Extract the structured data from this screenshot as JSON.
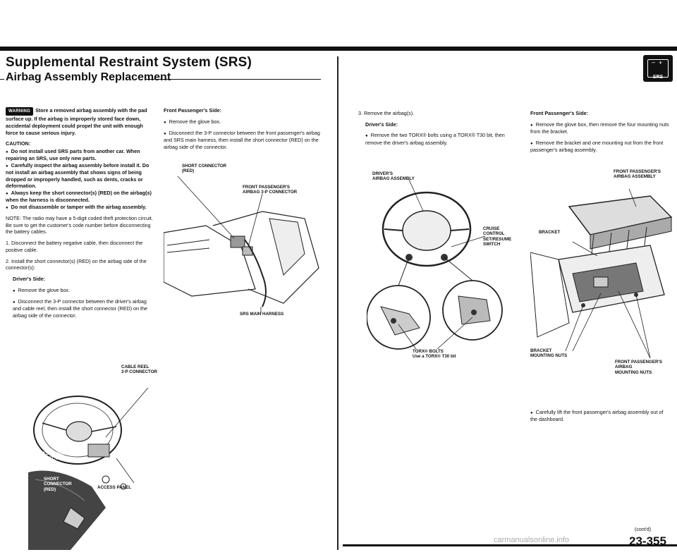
{
  "header": {
    "title": "Supplemental Restraint System (SRS)",
    "subtitle": "Airbag Assembly Replacement",
    "logo_text": "SRS"
  },
  "col1": {
    "warning_badge": "WARNING",
    "warning_text": "Store a removed airbag assembly with the pad surface up. If the airbag is improperly stored face down, accidental deployment could propel the unit with enough force to cause serious injury.",
    "caution_title": "CAUTION:",
    "caution_items": [
      "Do not install used SRS parts from another car. When repairing an SRS, use only new parts.",
      "Carefully inspect the airbag assembly before install it. Do not install an airbag assembly that shows signs of being dropped or improperly handled, such as dents, cracks or deformation.",
      "Always keep the short connector(s) (RED) on the airbag(s) when the harness is disconnected.",
      "Do not disassemble or tamper with the airbag assembly."
    ],
    "note": "NOTE:  The radio may have a 5-digit coded theft protection circuit. Be sure to get the customer's code number before disconnecting the battery cables.",
    "step1": "Disconnect the battery negative cable, then disconnect the positive cable.",
    "step2": "Install the short connector(s) (RED) on the airbag side of the connector(s):",
    "drivers_side": "Driver's Side:",
    "ds_items": [
      "Remove the glove box.",
      "Disconnect the 3-P connector between the driver's airbag and cable reel, then install the short connector (RED) on the airbag side of the connector."
    ],
    "fig_labels": {
      "cable_reel": "CABLE REEL\n3-P CONNECTOR",
      "drivers_airbag": "DRIVER'S AIRBAG\n3-P CONNECTOR",
      "short_connector": "SHORT\nCONNECTOR\n(RED)",
      "access_panel": "ACCESS PANEL"
    }
  },
  "col2": {
    "heading": "Front Passenger's Side:",
    "items": [
      "Remove the glove box.",
      "Disconnect the 3-P connector between the front passenger's airbag and SRS main harness, then install the short connector (RED) on the airbag side of the connector."
    ],
    "fig_labels": {
      "short_connector": "SHORT CONNECTOR\n(RED)",
      "front_pass": "FRONT PASSENGER'S\nAIRBAG 3-P CONNECTOR",
      "srs_main": "SRS MAIN HARNESS"
    }
  },
  "col3": {
    "step3": "3.  Remove the airbag(s).",
    "drivers_side": "Driver's Side:",
    "item": "Remove the two TORX® bolts using a TORX® T30 bit, then remove the driver's airbag assembly.",
    "fig_labels": {
      "drivers_airbag": "DRIVER'S\nAIRBAG ASSEMBLY",
      "cruise": "CRUISE\nCONTROL\nSET/RESUME\nSWITCH",
      "torx": "TORX®  BOLTS\nUse a TORX®  T30 bit"
    }
  },
  "col4": {
    "heading": "Front Passenger's Side:",
    "items": [
      "Remove the glove box, then remove the four mounting nuts from the bracket.",
      "Remove the bracket and one mounting nut from the front passenger's airbag assembly."
    ],
    "final_item": "Carefully lift the front passenger's airbag assembly out of the dashboard.",
    "fig_labels": {
      "fpa": "FRONT PASSENGER'S\nAIRBAG ASSEMBLY",
      "bracket": "BRACKET",
      "bracket_nuts": "BRACKET\nMOUNTING NUTS",
      "fpa_nuts": "FRONT PASSENGER'S\nAIRBAG\nMOUNTING NUTS"
    }
  },
  "footer": {
    "contd": "(cont'd)",
    "page": "23-355",
    "watermark": "carmanualsonline.info"
  }
}
